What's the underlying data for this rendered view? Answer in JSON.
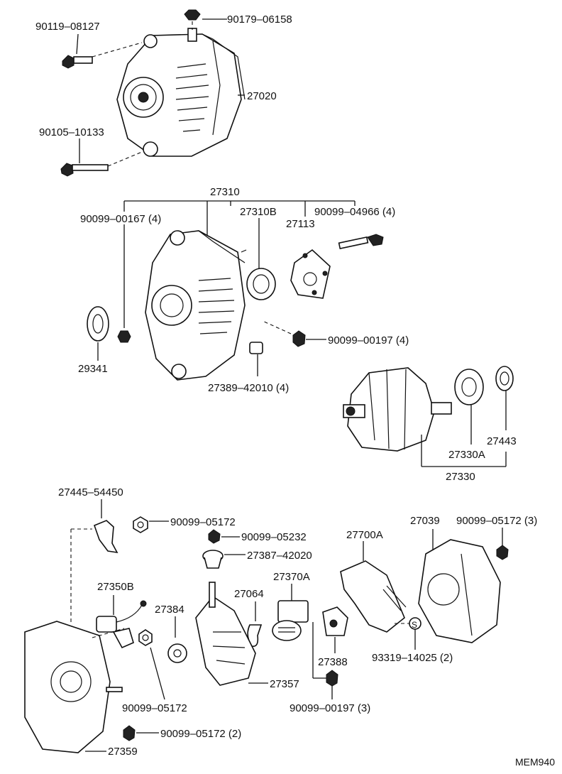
{
  "diagram_code": "MEM940",
  "labels": {
    "p90119_08127": "90119–08127",
    "p90179_06158": "90179–06158",
    "p27020": "27020",
    "p90105_10133": "90105–10133",
    "p27310": "27310",
    "p90099_00167": "90099–00167 (4)",
    "p27310B": "27310B",
    "p90099_04966": "90099–04966 (4)",
    "p27113": "27113",
    "p29341": "29341",
    "p90099_00197_4": "90099–00197 (4)",
    "p27389_42010": "27389–42010 (4)",
    "p27443": "27443",
    "p27330A": "27330A",
    "p27330": "27330",
    "p27445_54450": "27445–54450",
    "p90099_05172_a": "90099–05172",
    "p90099_05232": "90099–05232",
    "p27387_42020": "27387–42020",
    "p27700A": "27700A",
    "p27039": "27039",
    "p90099_05172_3": "90099–05172 (3)",
    "p27350B": "27350B",
    "p27370A": "27370A",
    "p27064": "27064",
    "p27384": "27384",
    "p27388": "27388",
    "p93319_14025": "93319–14025 (2)",
    "p27357": "27357",
    "p90099_05172_b": "90099–05172",
    "p90099_00197_3": "90099–00197 (3)",
    "p90099_05172_2": "90099–05172 (2)",
    "p27359": "27359",
    "s_mark": "S"
  }
}
